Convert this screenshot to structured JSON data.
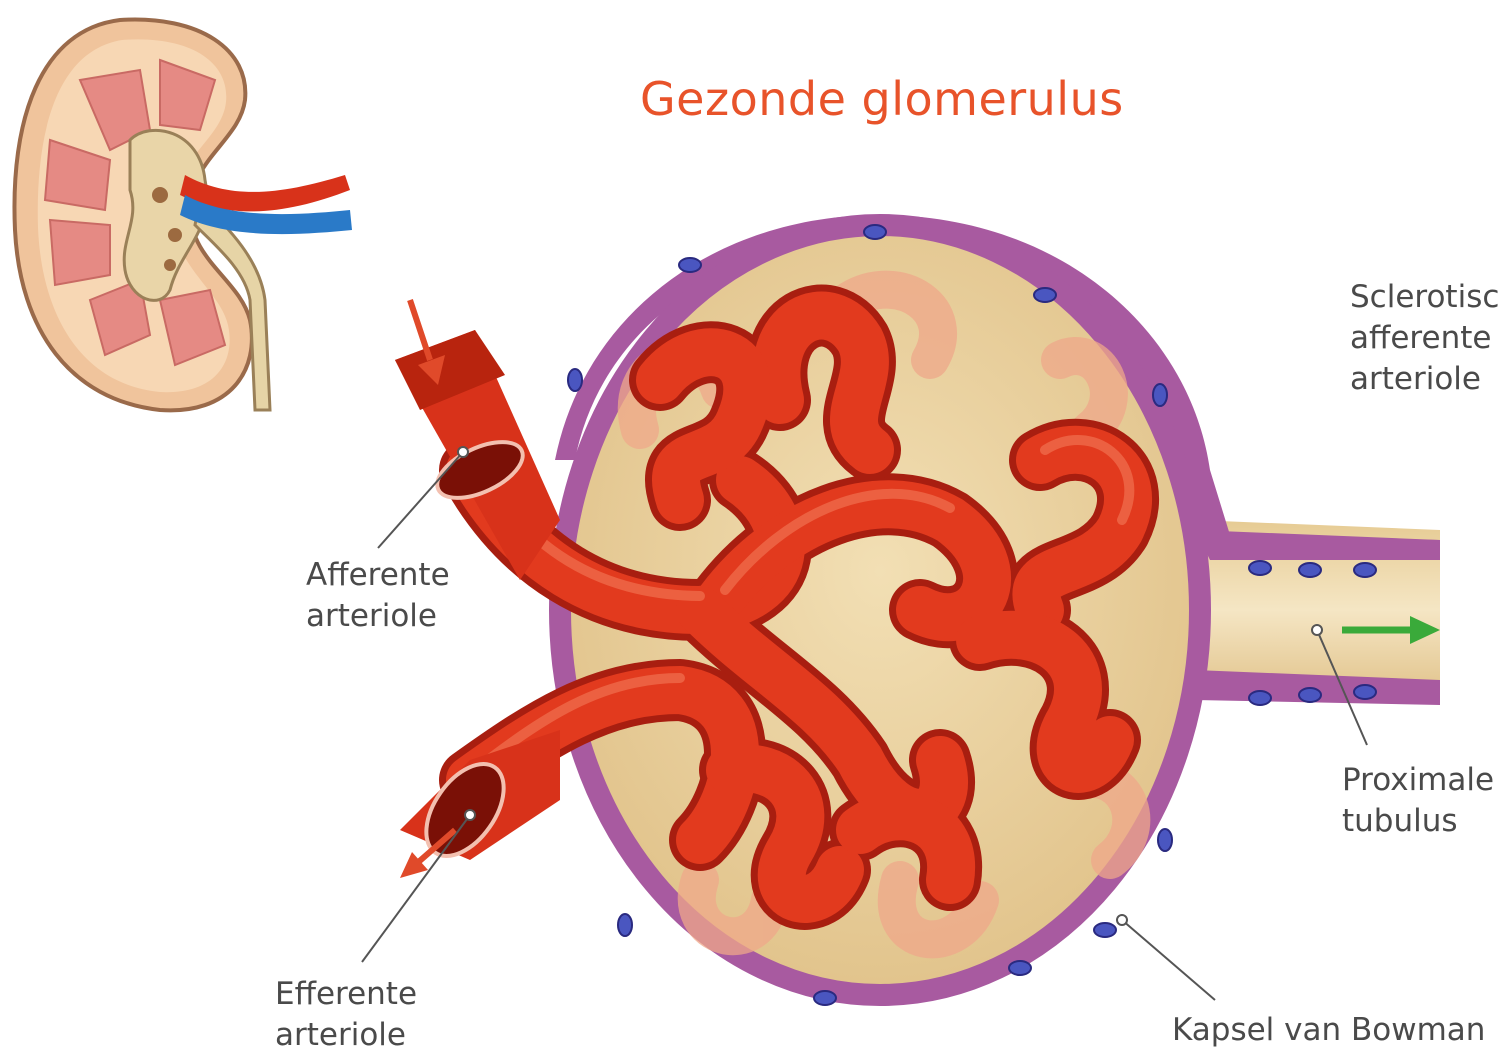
{
  "title": "Gezonde glomerulus",
  "labels": {
    "afferent": [
      "Afferente",
      "arteriole"
    ],
    "efferent": [
      "Efferente",
      "arteriole"
    ],
    "proximal": [
      "Proximale",
      "tubulus"
    ],
    "capsule": "Kapsel van Bowman",
    "sclerotic": [
      "Sclerotisch",
      "afferente",
      "arteriole"
    ]
  },
  "colors": {
    "title": "#e8532a",
    "vessel": "#d8321a",
    "capsule_wall": "#a85aa0",
    "capsule_fill": "#ecd6a4",
    "arrow_red": "#e04a2a",
    "arrow_green": "#3aaa3a",
    "text": "#4a4a4a"
  }
}
